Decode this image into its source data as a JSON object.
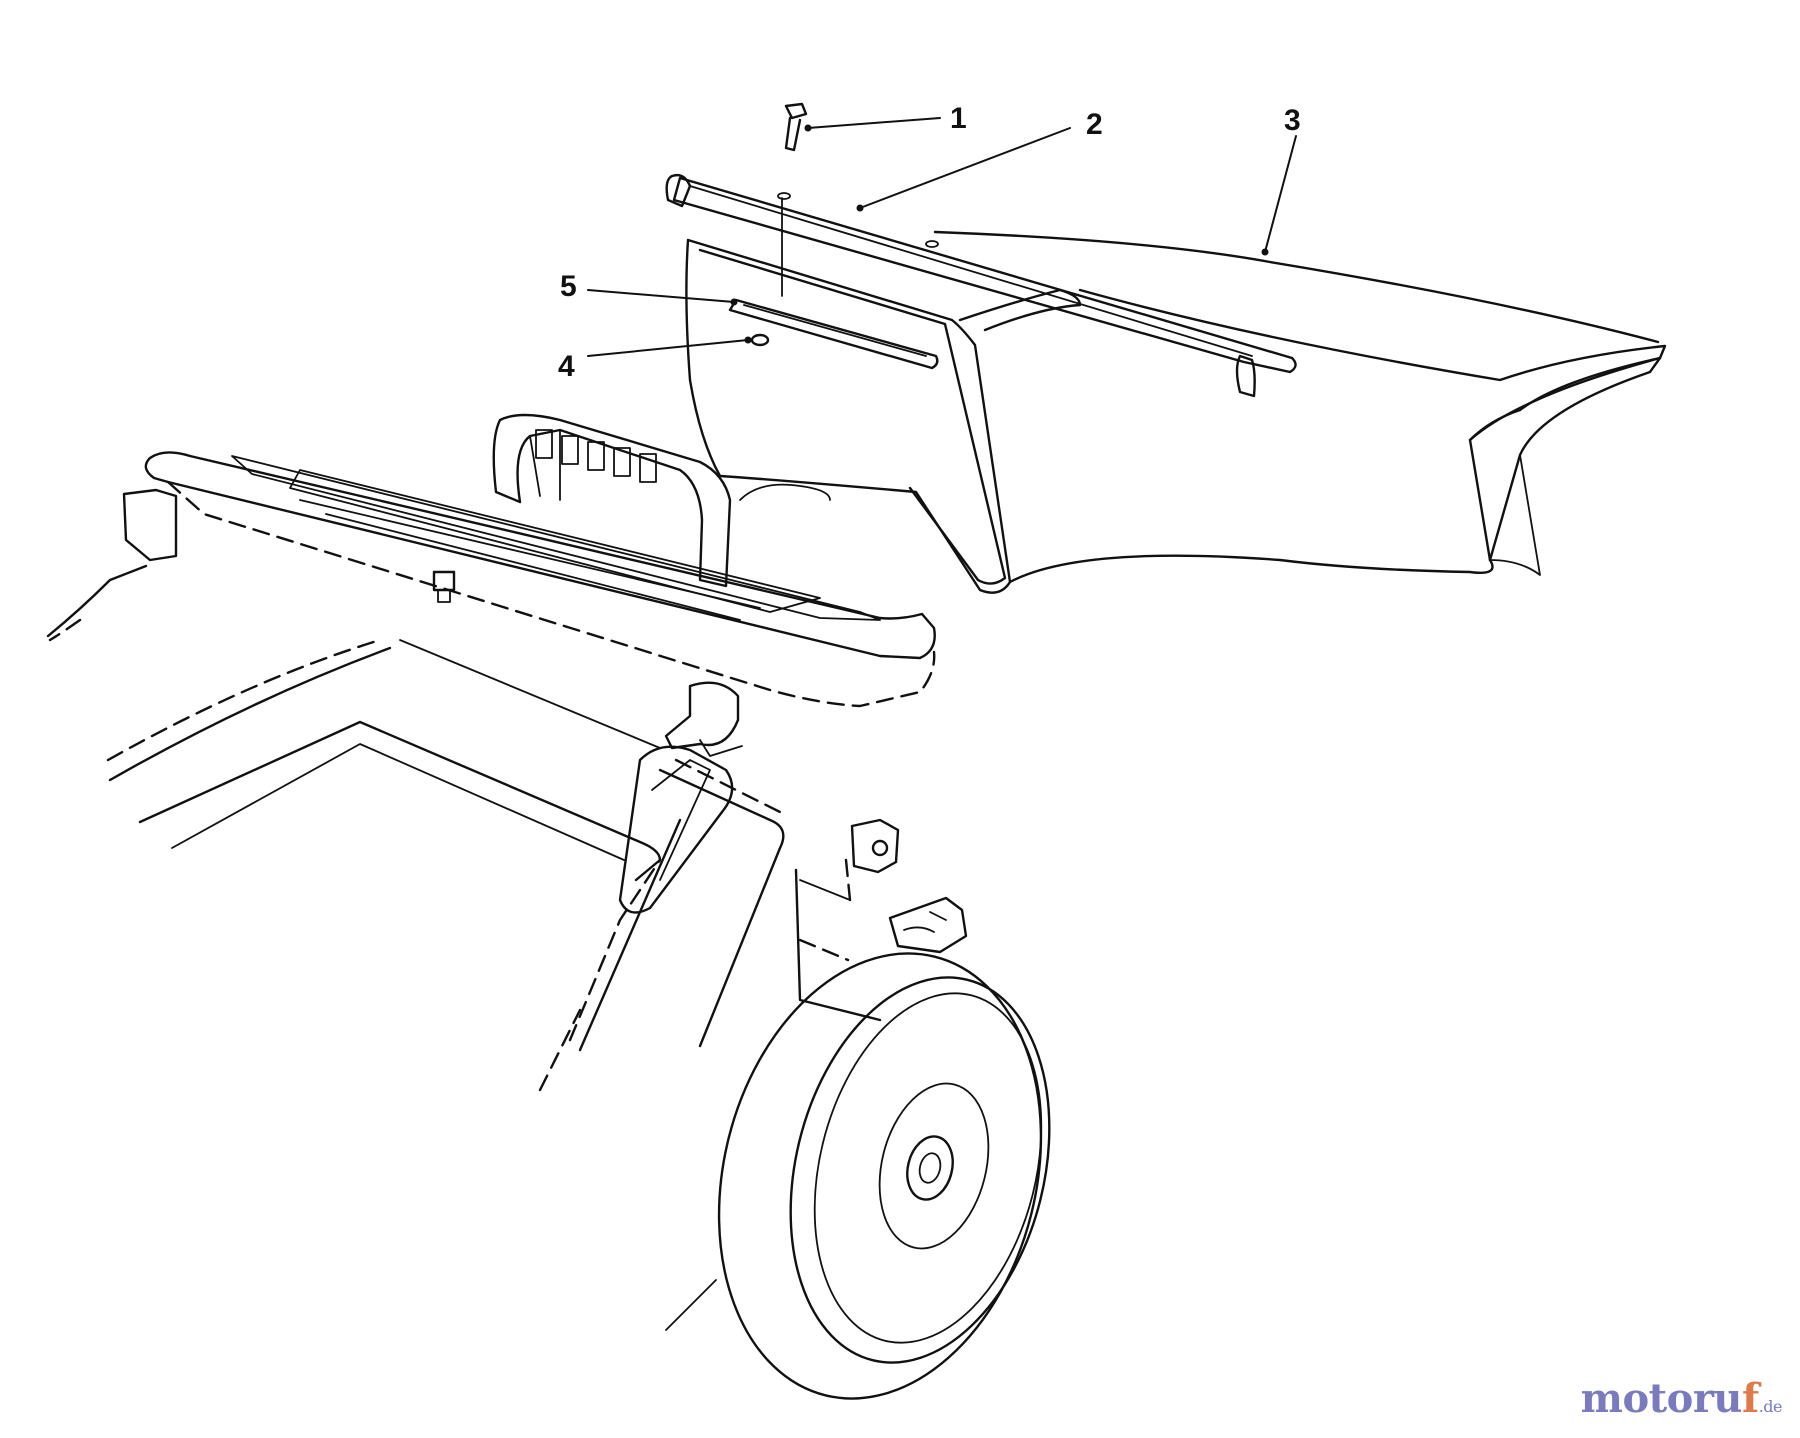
{
  "diagram": {
    "callouts": [
      {
        "id": "1",
        "label": "1"
      },
      {
        "id": "2",
        "label": "2"
      },
      {
        "id": "3",
        "label": "3"
      },
      {
        "id": "4",
        "label": "4"
      },
      {
        "id": "5",
        "label": "5"
      }
    ]
  },
  "watermark": {
    "main": "motoru",
    "accent": "f",
    "tld": ".de",
    "colors": {
      "main": "#7a7bbf",
      "accent": "#e07a4a"
    }
  }
}
